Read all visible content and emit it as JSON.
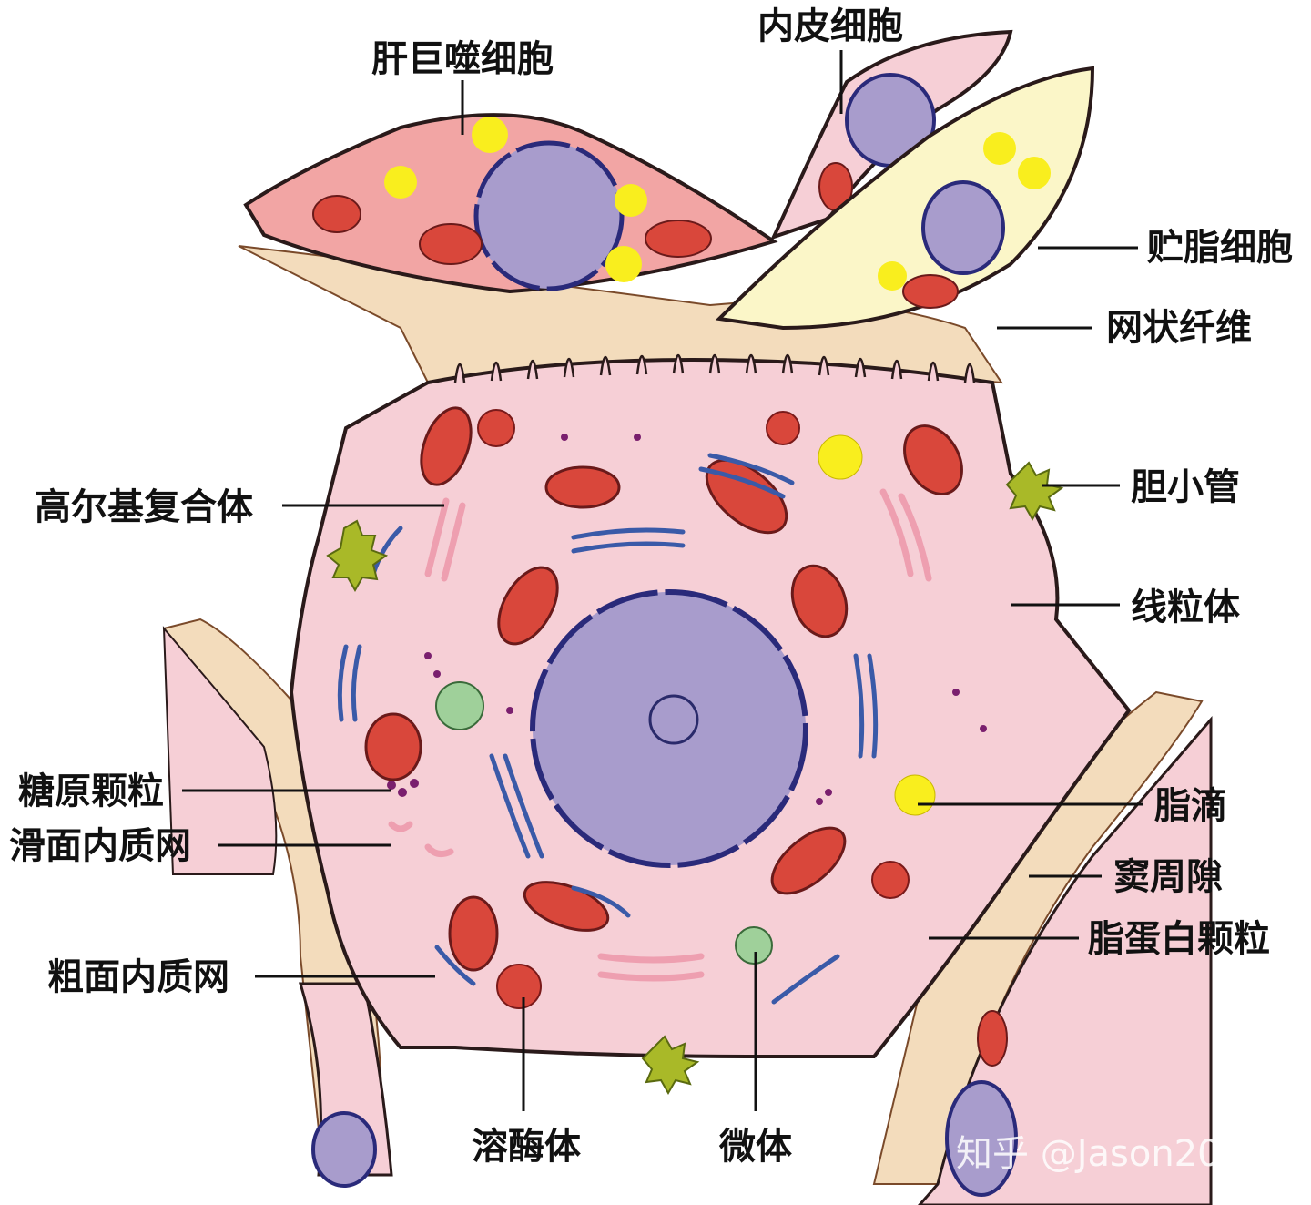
{
  "labels": {
    "kupffer_cell": "肝巨噬细胞",
    "endothelial_cell": "内皮细胞",
    "fat_storing_cell": "贮脂细胞",
    "reticular_fiber": "网状纤维",
    "golgi_complex": "高尔基复合体",
    "bile_canaliculus": "胆小管",
    "mitochondrion": "线粒体",
    "glycogen_granules": "糖原颗粒",
    "smooth_er": "滑面内质网",
    "lipid_droplet": "脂滴",
    "perisinusoidal_space": "窦周隙",
    "lipoprotein_granules": "脂蛋白颗粒",
    "rough_er": "粗面内质网",
    "lysosome": "溶酶体",
    "microbody": "微体"
  },
  "watermark": "知乎 @Jason2041",
  "colors": {
    "cytoplasm": "#f6cfd6",
    "membrane": "#2a1a1a",
    "nucleus": "#a89ccc",
    "mitochondria": "#d9473b",
    "rough_er": "#3a5aa8",
    "golgi": "#ee9fb0",
    "bile": "#a9b928",
    "lipid": "#f9ee1e",
    "microbody": "#9fd09a",
    "space_of_disse": "#f3dcbc",
    "glycogen": "#7a1f6e"
  }
}
